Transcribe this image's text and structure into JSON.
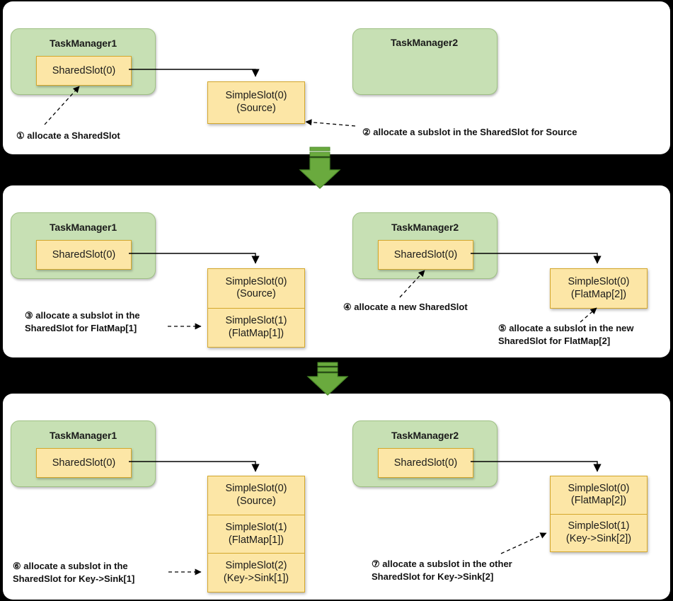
{
  "diagram": {
    "title": "Flink SharedSlot / SimpleSlot allocation sequence",
    "colors": {
      "background": "#000000",
      "panel": "#ffffff",
      "taskmanager_fill": "#c7e0b4",
      "taskmanager_border": "#9fc184",
      "slot_fill": "#fce6a6",
      "slot_border": "#d4a72c",
      "arrow": "#000000",
      "step_arrow": "#6aaa3e"
    }
  },
  "panels": [
    {
      "id": "panel-1",
      "taskmanagers": [
        {
          "name": "TaskManager1",
          "shared_slot": "SharedSlot(0)"
        },
        {
          "name": "TaskManager2",
          "shared_slot": null
        }
      ],
      "slot_stacks": [
        {
          "owner": "TaskManager1",
          "slots": [
            {
              "line1": "SimpleSlot(0)",
              "line2": "(Source)"
            }
          ]
        }
      ],
      "notes": [
        {
          "id": "note-1",
          "text": "① allocate a SharedSlot"
        },
        {
          "id": "note-2",
          "text": "② allocate a subslot in the SharedSlot for Source"
        }
      ]
    },
    {
      "id": "panel-2",
      "taskmanagers": [
        {
          "name": "TaskManager1",
          "shared_slot": "SharedSlot(0)"
        },
        {
          "name": "TaskManager2",
          "shared_slot": "SharedSlot(0)"
        }
      ],
      "slot_stacks": [
        {
          "owner": "TaskManager1",
          "slots": [
            {
              "line1": "SimpleSlot(0)",
              "line2": "(Source)"
            },
            {
              "line1": "SimpleSlot(1)",
              "line2": "(FlatMap[1])"
            }
          ]
        },
        {
          "owner": "TaskManager2",
          "slots": [
            {
              "line1": "SimpleSlot(0)",
              "line2": "(FlatMap[2])"
            }
          ]
        }
      ],
      "notes": [
        {
          "id": "note-3",
          "text": "③ allocate a subslot in the\n   SharedSlot for FlatMap[1]"
        },
        {
          "id": "note-4",
          "text": "④ allocate a new SharedSlot"
        },
        {
          "id": "note-5",
          "text": "⑤ allocate a subslot in the new\nSharedSlot for FlatMap[2]"
        }
      ]
    },
    {
      "id": "panel-3",
      "taskmanagers": [
        {
          "name": "TaskManager1",
          "shared_slot": "SharedSlot(0)"
        },
        {
          "name": "TaskManager2",
          "shared_slot": "SharedSlot(0)"
        }
      ],
      "slot_stacks": [
        {
          "owner": "TaskManager1",
          "slots": [
            {
              "line1": "SimpleSlot(0)",
              "line2": "(Source)"
            },
            {
              "line1": "SimpleSlot(1)",
              "line2": "(FlatMap[1])"
            },
            {
              "line1": "SimpleSlot(2)",
              "line2": "(Key->Sink[1])"
            }
          ]
        },
        {
          "owner": "TaskManager2",
          "slots": [
            {
              "line1": "SimpleSlot(0)",
              "line2": "(FlatMap[2])"
            },
            {
              "line1": "SimpleSlot(1)",
              "line2": "(Key->Sink[2])"
            }
          ]
        }
      ],
      "notes": [
        {
          "id": "note-6",
          "text": "⑥ allocate a subslot in the\nSharedSlot for Key->Sink[1]"
        },
        {
          "id": "note-7",
          "text": "⑦ allocate a subslot in the other\nSharedSlot for Key->Sink[2]"
        }
      ]
    }
  ],
  "step_arrows": [
    {
      "id": "step-arrow-1",
      "between": "panel-1-to-panel-2"
    },
    {
      "id": "step-arrow-2",
      "between": "panel-2-to-panel-3"
    }
  ]
}
